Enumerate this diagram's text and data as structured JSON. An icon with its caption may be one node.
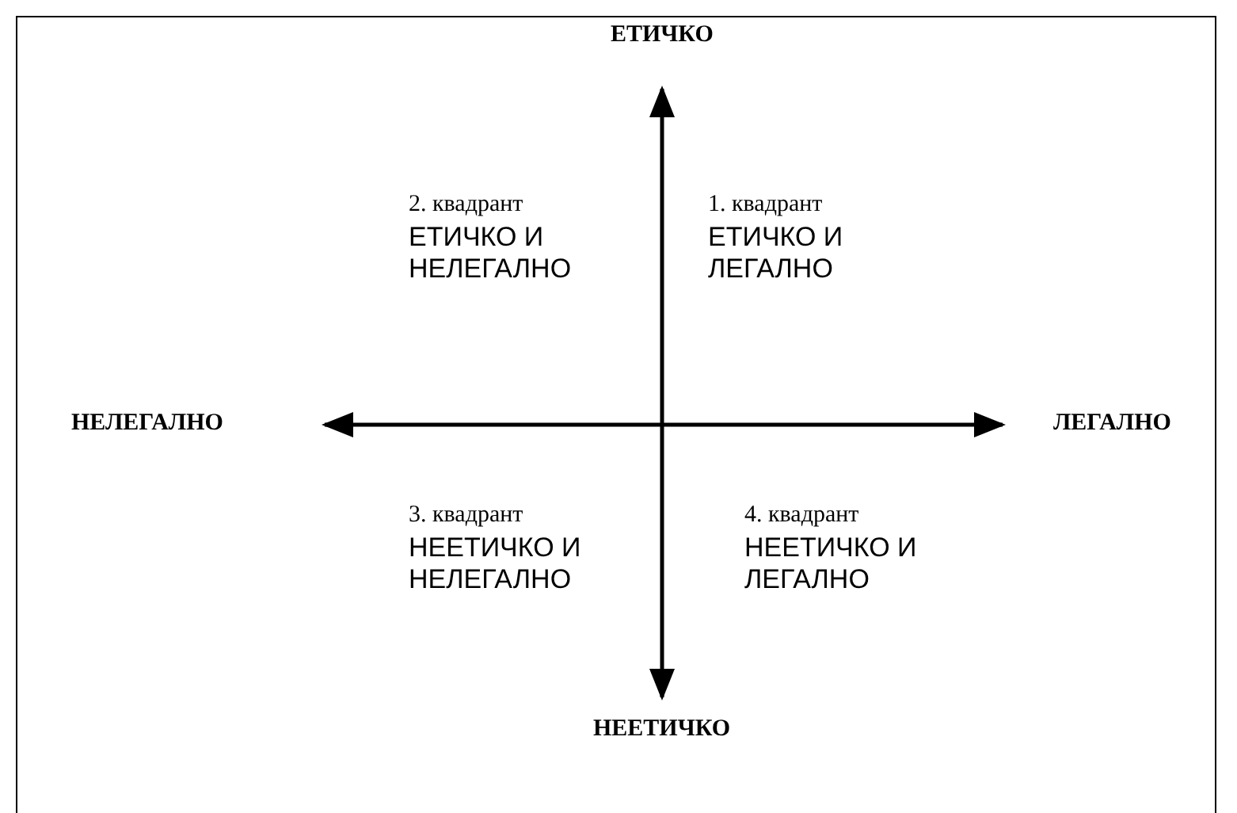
{
  "diagram": {
    "labels": [
      "ЕТИЧКО",
      "2. квадрант",
      "ЕТИЧКО И НЕЛЕГАЛНО",
      "1. квадрант",
      "ЕТИЧКО И ЛЕГАЛНО",
      "НЕЛЕГАЛНО",
      "ЛЕГАЛНО",
      "3. квадрант",
      "НЕЕТИЧКО И НЕЛЕГАЛНО",
      "4. квадрант",
      "НЕЕТИЧКО И ЛЕГАЛНО",
      "НЕЕТИЧКО"
    ]
  }
}
